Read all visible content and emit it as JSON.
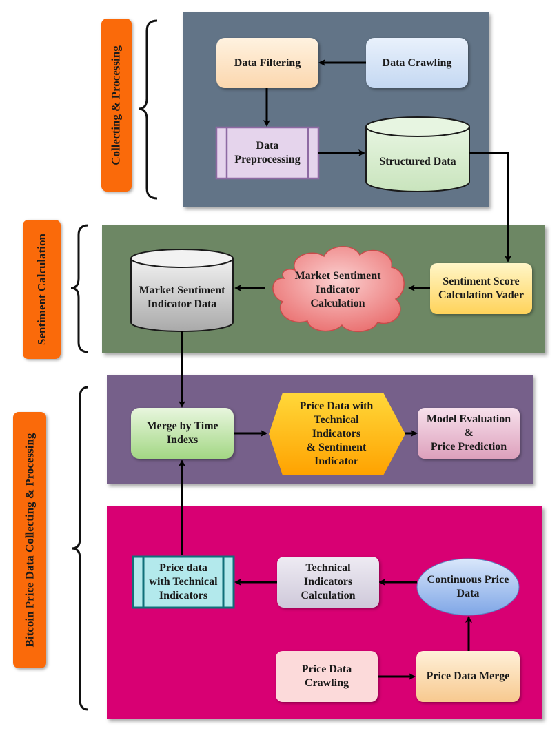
{
  "sections": {
    "collecting": "Collecting & Processing",
    "sentiment": "Sentiment Calculation",
    "bitcoin": "Bitcoin Price Data Collecting & Processing"
  },
  "nodes": {
    "data_filtering": "Data Filtering",
    "data_crawling": "Data Crawling",
    "data_preprocessing": "Data\nPreprocessing",
    "structured_data": "Structured Data",
    "market_sentiment_data": "Market Sentiment\nIndicator Data",
    "market_sentiment_calc": "Market Sentiment\nIndicator\nCalculation",
    "sentiment_score": "Sentiment Score\nCalculation Vader",
    "merge_time": "Merge by Time\nIndexs",
    "price_tech_sentiment": "Price Data with\nTechnical\nIndicators\n& Sentiment\nIndicator",
    "model_eval": "Model Evaluation\n&\nPrice Prediction",
    "price_tech": "Price data\nwith Technical\nIndicators",
    "tech_calc": "Technical\nIndicators\nCalculation",
    "continuous_price": "Continuous Price\nData",
    "price_crawling": "Price Data\nCrawling",
    "price_merge": "Price Data Merge"
  },
  "colors": {
    "panel_collecting": "#627487",
    "panel_sentiment": "#6d8764",
    "panel_merge": "#76608a",
    "panel_bitcoin": "#d80073",
    "side_label": "#fa6a0a"
  }
}
